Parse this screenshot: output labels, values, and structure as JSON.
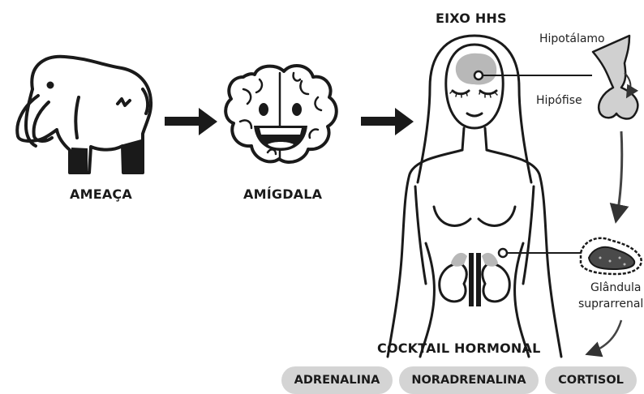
{
  "labels": {
    "threat": "AMEAÇA",
    "amygdala": "AMÍGDALA",
    "axis": "EIXO HHS",
    "hypothalamus": "Hipotálamo",
    "pituitary": "Hipófise",
    "adrenal_line1": "Glândula",
    "adrenal_line2": "suprarrenal",
    "cocktail": "COCKTAIL HORMONAL"
  },
  "hormones": [
    "ADRENALINA",
    "NORADRENALINA",
    "CORTISOL"
  ],
  "colors": {
    "ink": "#1a1a1a",
    "gland_gray": "#b8b8b8",
    "pill_gray": "#d4d4d4",
    "adrenal_fill": "#4a4a4a"
  },
  "icons": [
    "mammoth-icon",
    "brain-icon",
    "woman-body-icon",
    "pituitary-icon",
    "adrenal-gland-icon",
    "kidney-icon"
  ]
}
